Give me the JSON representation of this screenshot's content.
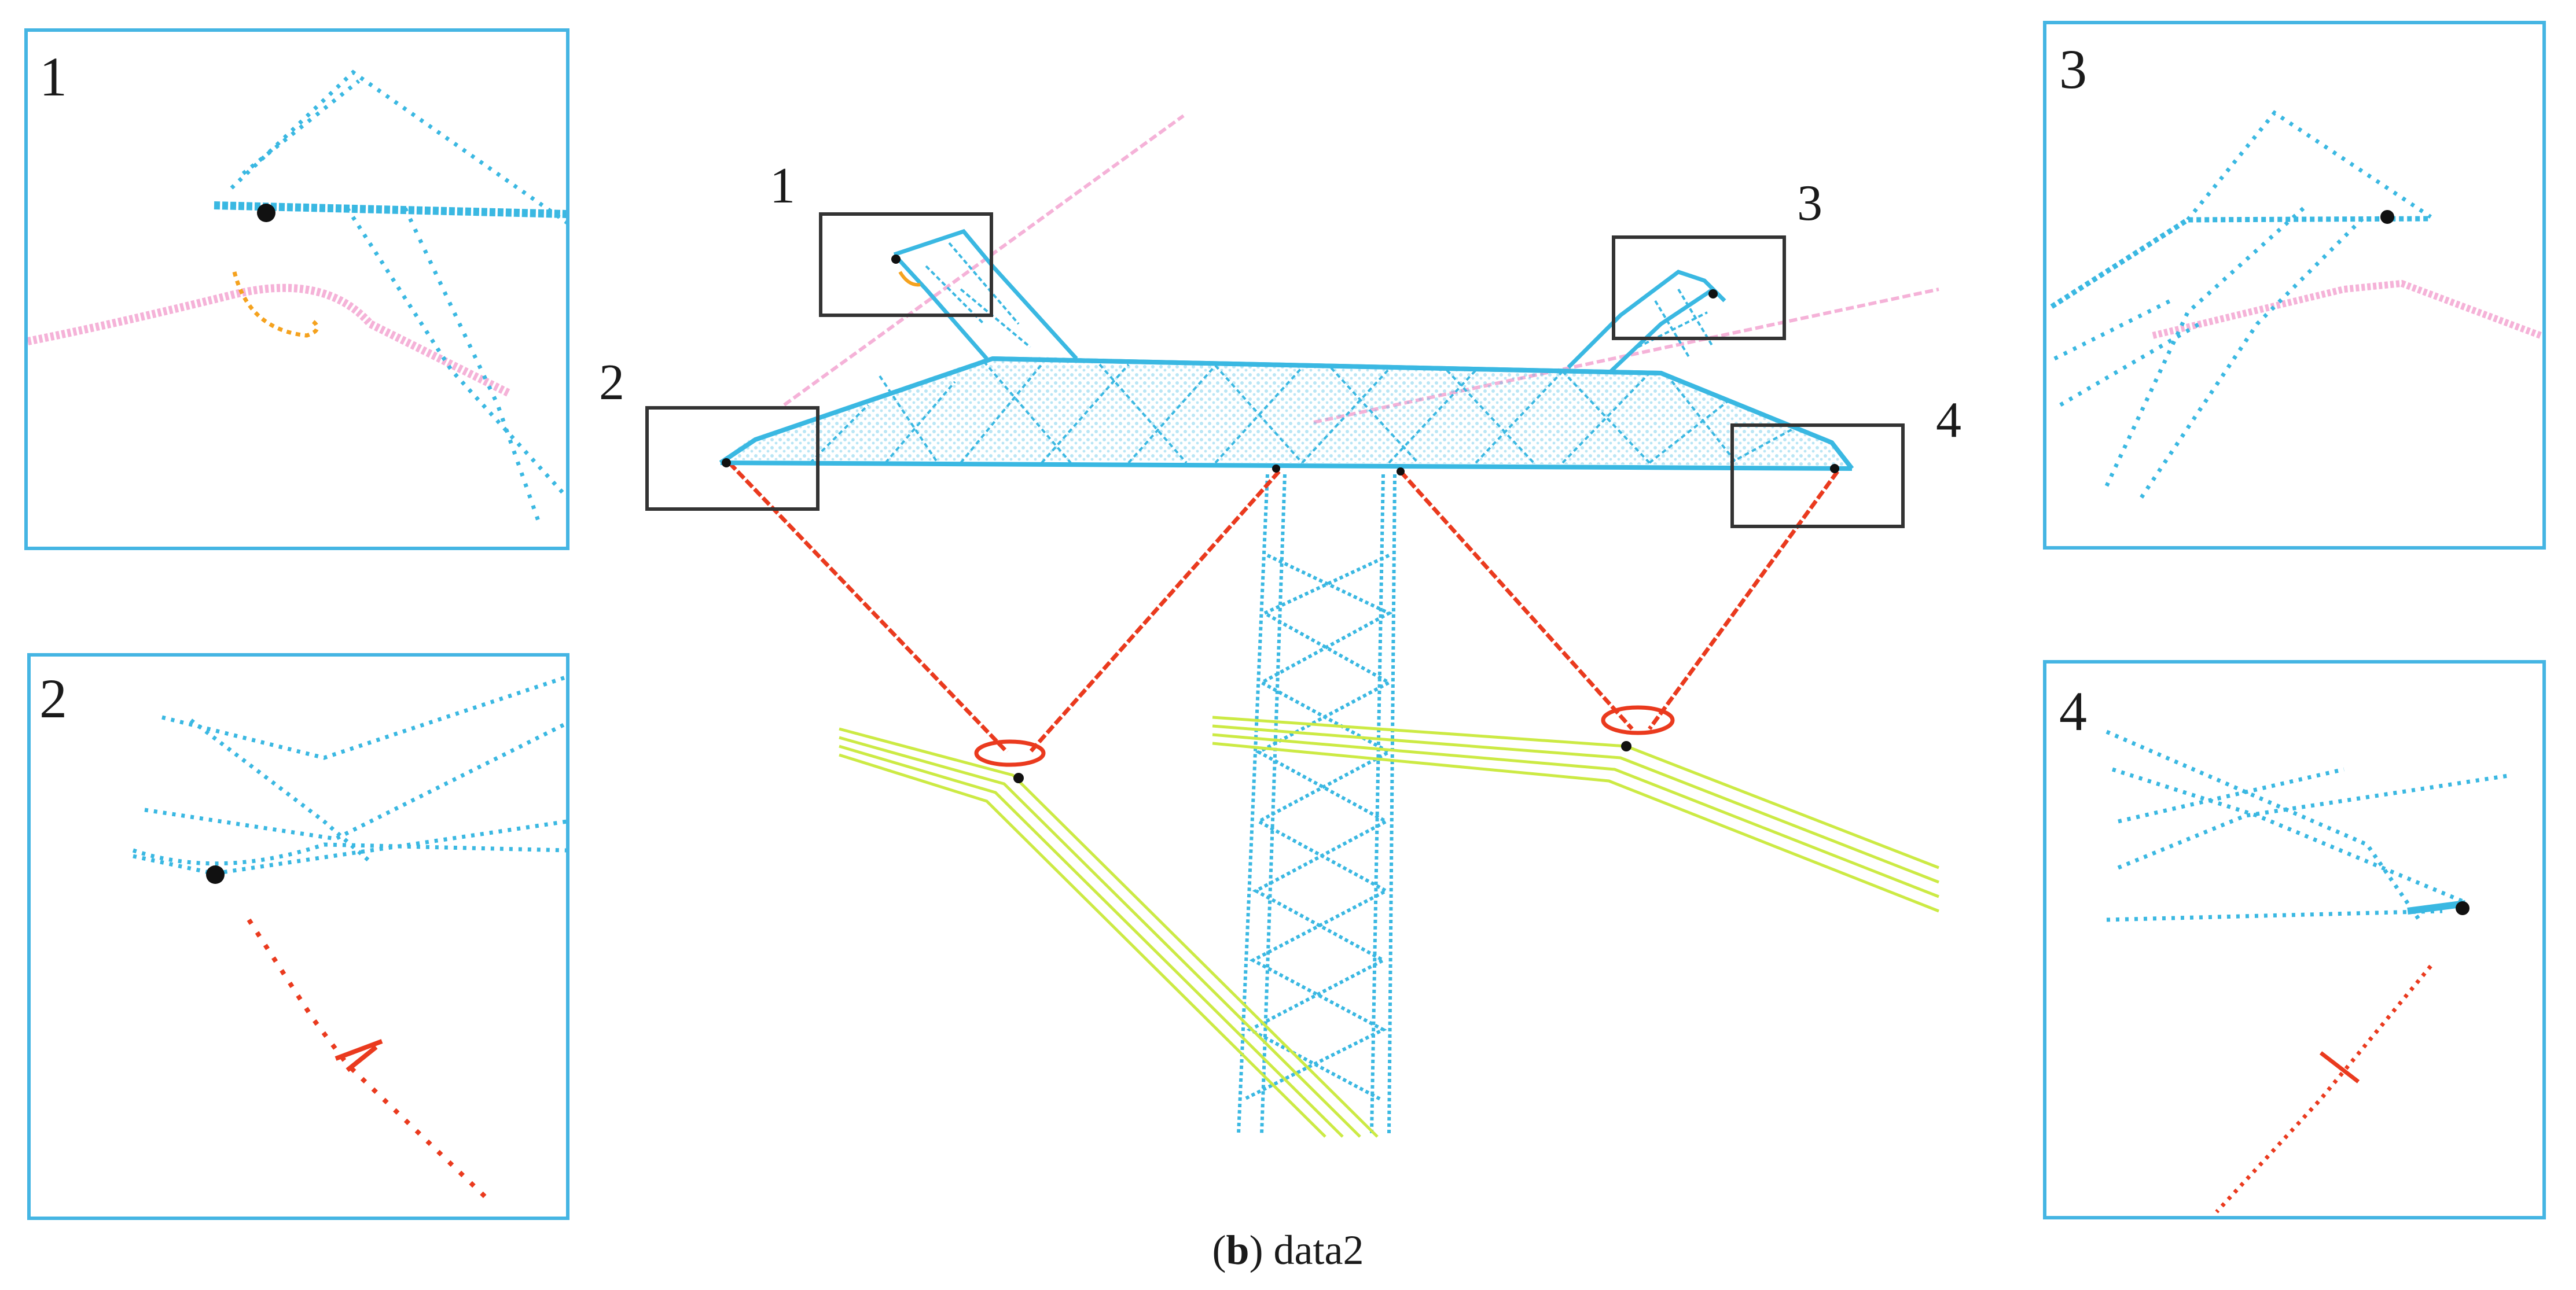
{
  "figure": {
    "caption_letter": "b",
    "caption_text": "data2",
    "inset_numbers": [
      "1",
      "2",
      "3",
      "4"
    ],
    "box_numbers": [
      "1",
      "2",
      "3",
      "4"
    ]
  },
  "colors": {
    "tower": "#3ab8e2",
    "conductor": "#ccea44",
    "insulator": "#ea3a1e",
    "ground_wire": "#f5b2d8",
    "pin": "#f5a21e",
    "marker": "#111111",
    "inset_border": "#45b5e3",
    "box_border": "#333333"
  }
}
